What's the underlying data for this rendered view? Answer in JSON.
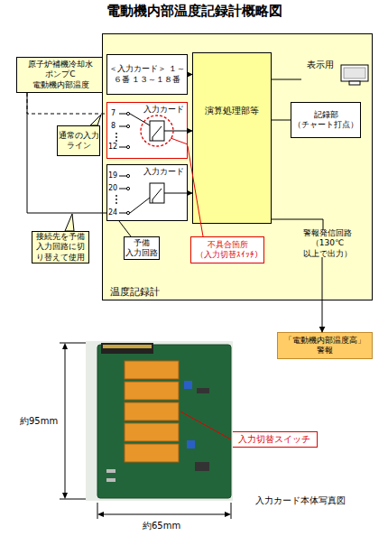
{
  "diagram": {
    "title": "電動機内部温度記録計概略図",
    "nodes": [
      {
        "text": [
          "原子炉補機冷却水 ポンプC 電動機内部温度"
        ]
      },
      {
        "text": [
          "温度記録計"
        ]
      },
      {
        "text": [
          "＜入力カード＞ １～６番 １３～１８番"
        ],
        "in": 1
      },
      {
        "text": [
          "入力カード"
        ],
        "in": 1
      },
      {
        "text": [
          "入力カード"
        ],
        "in": 1
      },
      {
        "text": [
          "演算処理部等"
        ],
        "in": 1
      },
      {
        "text": [
          "表示用"
        ],
        "in": 1
      },
      {
        "text": [
          "記録部 （チャート打点）"
        ],
        "in": 1
      },
      {
        "text": [
          "警報発信回路 （130℃以上で出力）"
        ],
        "in": 1
      },
      {
        "text": [
          "「電動機内部温度高」 警報"
        ]
      },
      {
        "text": [
          "通常の入力 ライン"
        ]
      },
      {
        "text": [
          "接続先を予備 入力回路に切 り替えて使用"
        ]
      },
      {
        "text": [
          "予備 入力回路"
        ],
        "in": 1
      },
      {
        "text": [
          "不具合箇所 （入力切替ｽｲｯﾁ）"
        ],
        "in": 1
      },
      {
        "text": [
          "入力切替スイッチ"
        ]
      }
    ],
    "edges": [
      {
        "from": 0,
        "to": 3,
        "arrow": "none"
      },
      {
        "from": 0,
        "to": 4,
        "arrow": "none"
      },
      {
        "from": 2,
        "to": 5,
        "arrow": "to"
      },
      {
        "from": 3,
        "to": 5,
        "arrow": "to"
      },
      {
        "from": 4,
        "to": 5,
        "arrow": "to"
      },
      {
        "from": 5,
        "to": 6,
        "arrow": "none"
      },
      {
        "from": 5,
        "to": 7,
        "arrow": "none"
      },
      {
        "from": 5,
        "to": 8,
        "arrow": "none"
      },
      {
        "from": 8,
        "to": 9,
        "arrow": "to"
      },
      {
        "from": 12,
        "to": 4,
        "arrow": "none"
      },
      {
        "from": 13,
        "to": 3,
        "arrow": "none"
      }
    ],
    "labels": [
      "7",
      "8",
      "12",
      "19",
      "20",
      "24",
      "約95mm",
      "約65mm",
      "入力カード本体写真図"
    ]
  }
}
